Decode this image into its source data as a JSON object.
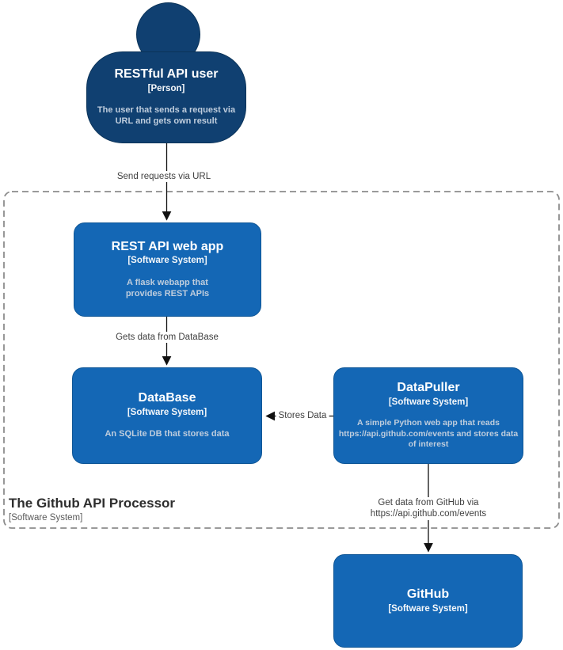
{
  "colors": {
    "person_fill": "#104071",
    "person_border": "#0c3459",
    "system_fill": "#1467b5",
    "system_border": "#0f5696",
    "desc_text": "#bfcddd",
    "label_text": "#404040",
    "boundary_border": "#8c8c8c",
    "boundary_title": "#2e2e2e",
    "boundary_meta": "#5a5a5a",
    "edge_color": "#111111",
    "canvas_bg": "#ffffff"
  },
  "elements": {
    "person": {
      "name": "RESTful API user",
      "meta": "[Person]",
      "description": "The user that sends a request via URL and gets own result"
    },
    "webapp": {
      "name": "REST API web app",
      "meta": "[Software System]",
      "description": "A flask webapp that provides REST APIs"
    },
    "database": {
      "name": "DataBase",
      "meta": "[Software System]",
      "description": "An SQLite DB that stores data"
    },
    "datapuller": {
      "name": "DataPuller",
      "meta": "[Software System]",
      "description": "A simple Python web app that reads https://api.github.com/events and stores data of interest"
    },
    "github": {
      "name": "GitHub",
      "meta": "[Software System]"
    }
  },
  "boundary": {
    "title": "The Github API Processor",
    "meta": "[Software System]"
  },
  "relationships": {
    "send_requests": {
      "label": "Send requests via URL"
    },
    "gets_data": {
      "label": "Gets data from DataBase"
    },
    "stores_data": {
      "label": "Stores Data"
    },
    "get_github": {
      "label": "Get data from GitHub via https://api.github.com/events"
    }
  }
}
